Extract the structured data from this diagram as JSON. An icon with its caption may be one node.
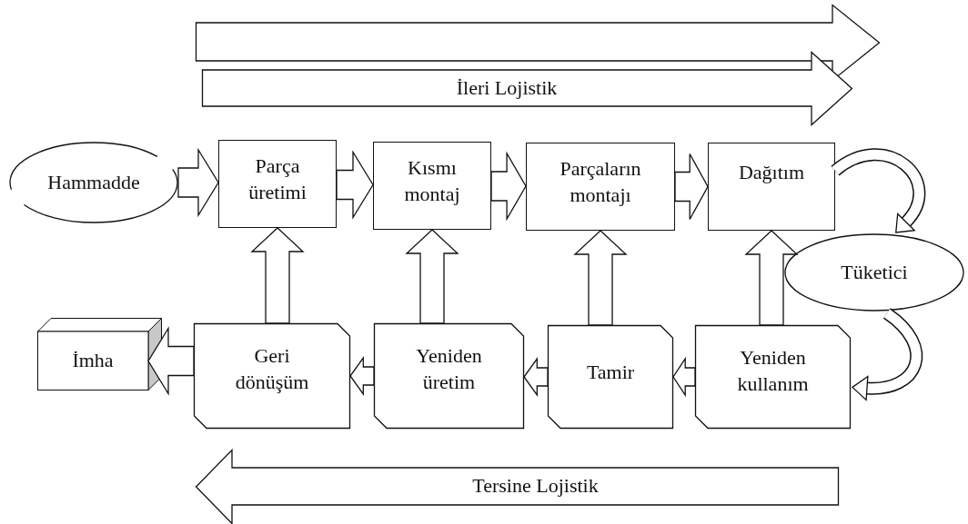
{
  "diagram": {
    "nodes": [
      {
        "text": [],
        "shape": "arrow"
      },
      {
        "text": [
          "İleri Lojistik"
        ]
      },
      {
        "text": [
          "Hammadde"
        ]
      },
      {
        "text": [
          "Parça üretimi"
        ]
      },
      {
        "text": [
          "Kısmı montaj"
        ]
      },
      {
        "text": [
          "Parçaların montajı"
        ]
      },
      {
        "text": [
          "Dağıtım"
        ]
      },
      {
        "text": [
          "Tüketici"
        ]
      },
      {
        "text": [
          "İmha"
        ]
      },
      {
        "text": [
          "Geri dönüşüm"
        ]
      },
      {
        "text": [
          "Yeniden üretim"
        ]
      },
      {
        "text": [
          "Tamir"
        ]
      },
      {
        "text": [
          "Yeniden kullanım"
        ]
      },
      {
        "text": [
          "Tersine Lojistik"
        ]
      }
    ],
    "edges": [
      {
        "from": 2,
        "to": 3,
        "arrow": "to"
      },
      {
        "from": 3,
        "to": 4,
        "arrow": "to"
      },
      {
        "from": 4,
        "to": 5,
        "arrow": "to"
      },
      {
        "from": 5,
        "to": 6,
        "arrow": "to"
      },
      {
        "from": 6,
        "to": 7,
        "arrow": "to"
      },
      {
        "from": 7,
        "to": 12,
        "arrow": "to"
      },
      {
        "from": 12,
        "to": 11,
        "arrow": "to"
      },
      {
        "from": 11,
        "to": 10,
        "arrow": "to"
      },
      {
        "from": 10,
        "to": 9,
        "arrow": "to"
      },
      {
        "from": 9,
        "to": 8,
        "arrow": "to"
      },
      {
        "from": 9,
        "to": 3,
        "arrow": "to"
      },
      {
        "from": 10,
        "to": 4,
        "arrow": "to"
      },
      {
        "from": 11,
        "to": 5,
        "arrow": "to"
      },
      {
        "from": 12,
        "to": 6,
        "arrow": "to"
      }
    ]
  }
}
